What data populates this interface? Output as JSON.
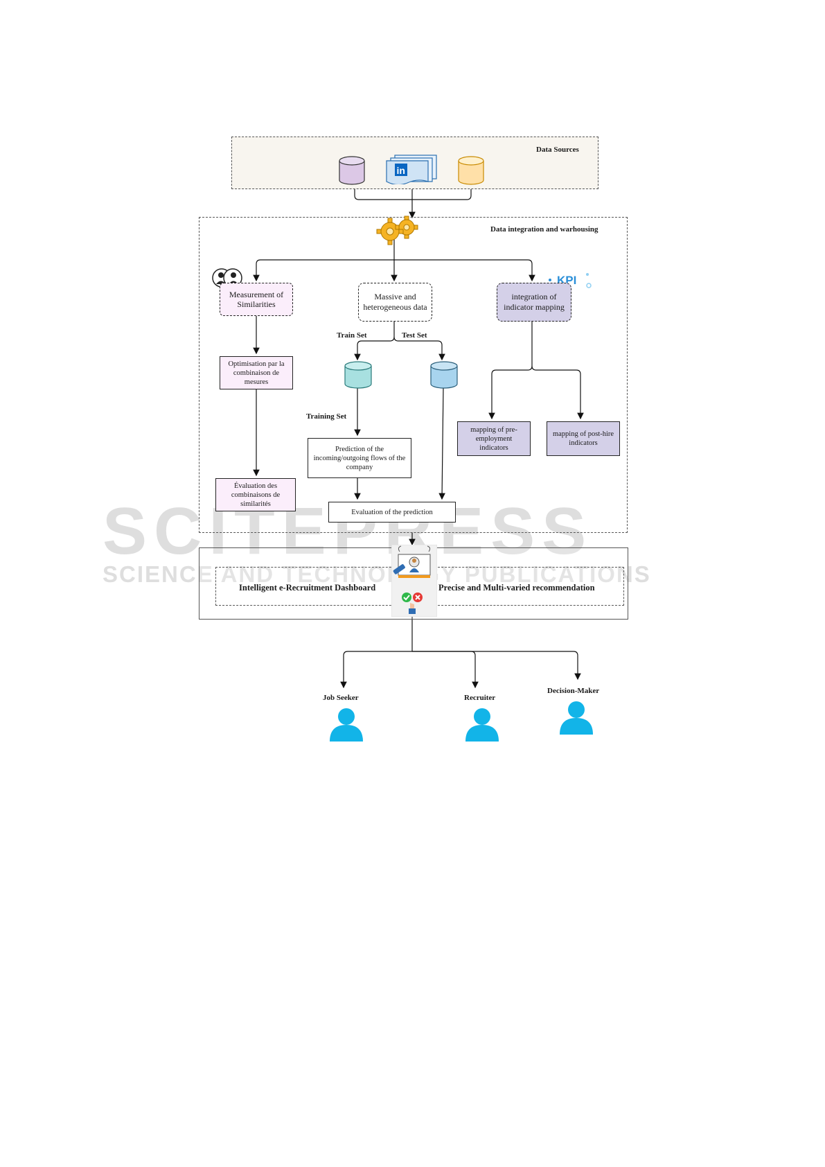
{
  "watermark": {
    "main": "SCITEPRESS",
    "sub": "SCIENCE AND TECHNOLOGY PUBLICATIONS"
  },
  "sources": {
    "title": "Data Sources",
    "icons": [
      "database-icon",
      "linkedin-icon",
      "database-icon"
    ],
    "colors": {
      "db1": "#dcc8e6",
      "db2": "#ffe0a8",
      "linkedin": "#0a66c2"
    }
  },
  "integration": {
    "title": "Data integration and warhousing",
    "icon": "gears-icon",
    "colors": {
      "gear": "#f5b324"
    }
  },
  "similarity": {
    "icon": "people-compare-icon",
    "measure": "Measurement of Similarities",
    "optimize": "Optimisation par la combinaison de mesures",
    "evaluate": "Évaluation des combinaisons de similarités"
  },
  "massive": {
    "label": "Massive and heterogeneous data",
    "train_set": "Train Set",
    "test_set": "Test Set",
    "training_set": "Training Set",
    "prediction": "Prediction of the incoming/outgoing flows of the company",
    "evaluation": "Evaluation of the prediction",
    "colors": {
      "train_db": "#a8e0e0",
      "test_db": "#a8d4ee"
    }
  },
  "kpi": {
    "icon": "kpi-icon",
    "icon_text": "KPI",
    "label": "integration of indicator mapping",
    "pre": "mapping of pre-employment indicators",
    "post": "mapping of post-hire indicators",
    "colors": {
      "fill": "#d4d0e8"
    }
  },
  "dashboard": {
    "left": "Intelligent e-Recruitment Dashboard",
    "right": "Precise and Multi-varied recommendation",
    "icon": "recruiter-screen-icon"
  },
  "users": {
    "items": [
      "Job Seeker",
      "Recruiter",
      "Decision-Maker"
    ],
    "icon": "user-icon",
    "colors": {
      "user": "#12b4e8"
    }
  }
}
